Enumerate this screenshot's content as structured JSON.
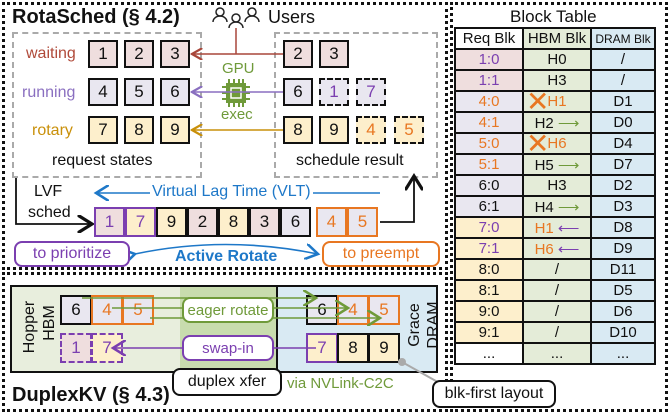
{
  "rotasched": {
    "title": "RotaSched (§ 4.2)",
    "users_label": "Users",
    "gpu_label": "GPU",
    "exec_label": "exec",
    "row_labels": {
      "waiting": "waiting",
      "running": "running",
      "rotary": "rotary"
    },
    "request_states": {
      "caption": "request states",
      "waiting": [
        "1",
        "2",
        "3"
      ],
      "running": [
        "4",
        "5",
        "6"
      ],
      "rotary": [
        "7",
        "8",
        "9"
      ]
    },
    "schedule_result": {
      "caption": "schedule result",
      "waiting": [
        "2",
        "3"
      ],
      "running": [
        "6"
      ],
      "running_new": [
        "1",
        "7"
      ],
      "rotary": [
        "8",
        "9"
      ],
      "rotary_new": [
        "4",
        "5"
      ]
    },
    "lvf_label_1": "LVF",
    "lvf_label_2": "sched",
    "vlt_label": "Virtual Lag Time (VLT)",
    "queue": [
      "1",
      "7",
      "9",
      "2",
      "8",
      "3",
      "6",
      "4",
      "5"
    ],
    "prioritize_label": "to prioritize",
    "active_rotate_label": "Active Rotate",
    "preempt_label": "to preempt"
  },
  "duplexkv": {
    "title": "DuplexKV (§ 4.3)",
    "hopper_label_1": "Hopper",
    "hopper_label_2": "HBM",
    "grace_label_1": "Grace",
    "grace_label_2": "DRAM",
    "hbm_top": [
      "6",
      "4",
      "5"
    ],
    "hbm_bottom": [
      "1",
      "7"
    ],
    "dram_top": [
      "6",
      "4",
      "5"
    ],
    "dram_bottom": [
      "7",
      "8",
      "9"
    ],
    "eager_rotate_label": "eager rotate",
    "swap_in_label": "swap-in",
    "duplex_xfer_label": "duplex xfer",
    "nvlink_label": "via NVLink-C2C",
    "blk_first_label": "blk-first layout"
  },
  "block_table": {
    "title": "Block Table",
    "headers": [
      "Req Blk",
      "HBM Blk",
      "DRAM Blk"
    ],
    "rows": [
      {
        "req": "1:0",
        "hbm": "H0",
        "dram": "/"
      },
      {
        "req": "1:1",
        "hbm": "H3",
        "dram": "/"
      },
      {
        "req": "4:0",
        "hbm": "H1",
        "dram": "D1"
      },
      {
        "req": "4:1",
        "hbm": "H2",
        "dram": "D0"
      },
      {
        "req": "5:0",
        "hbm": "H6",
        "dram": "D4"
      },
      {
        "req": "5:1",
        "hbm": "H5",
        "dram": "D7"
      },
      {
        "req": "6:0",
        "hbm": "H3",
        "dram": "D2"
      },
      {
        "req": "6:1",
        "hbm": "H4",
        "dram": "D3"
      },
      {
        "req": "7:0",
        "hbm": "H1",
        "dram": "D8"
      },
      {
        "req": "7:1",
        "hbm": "H6",
        "dram": "D9"
      },
      {
        "req": "8:0",
        "hbm": "/",
        "dram": "D11"
      },
      {
        "req": "8:1",
        "hbm": "/",
        "dram": "D5"
      },
      {
        "req": "9:0",
        "hbm": "/",
        "dram": "D6"
      },
      {
        "req": "9:1",
        "hbm": "/",
        "dram": "D10"
      },
      {
        "req": "...",
        "hbm": "...",
        "dram": "..."
      }
    ]
  }
}
